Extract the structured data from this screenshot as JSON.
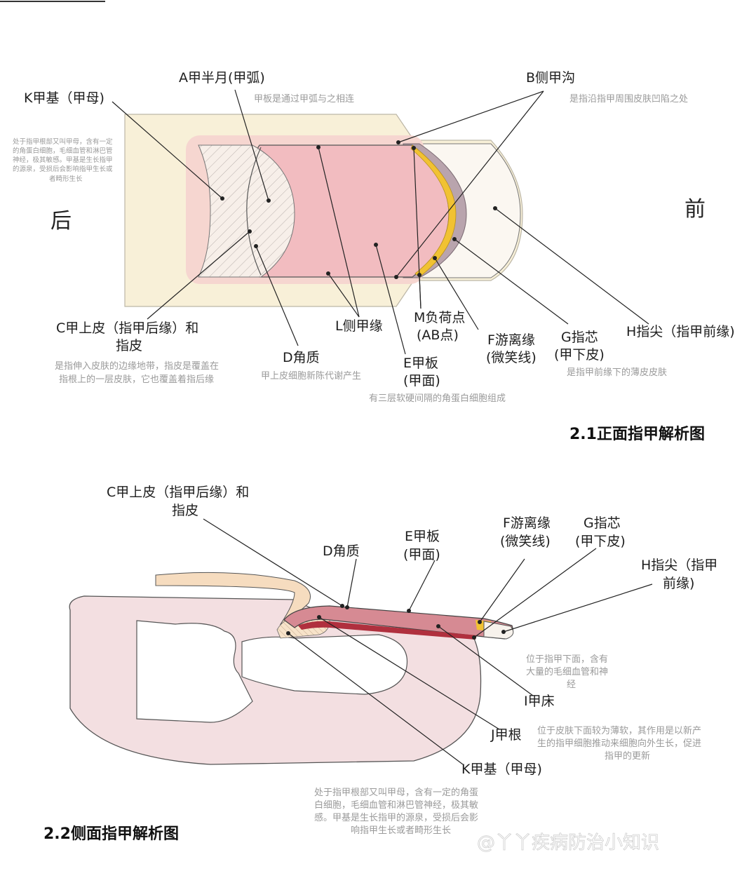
{
  "front": {
    "labels": {
      "A": "A甲半月(甲弧)",
      "B": "B侧甲沟",
      "K": "K甲基（甲母)",
      "C_line1": "C甲上皮（指甲后缘）和",
      "C_line2": "指皮",
      "L": "L侧甲缘",
      "M_line1": "M负荷点",
      "M_line2": "(AB点)",
      "D": "D角质",
      "E_line1": "E甲板",
      "E_line2": "(甲面)",
      "F_line1": "F游离缘",
      "F_line2": "(微笑线)",
      "G_line1": "G指芯",
      "G_line2": "(甲下皮)",
      "H": "H指尖（指甲前缘)"
    },
    "descriptions": {
      "A": "甲板是通过甲弧与之相连",
      "B": "是指沿指甲周围皮肤凹陷之处",
      "K": [
        "处于指甲根部又叫甲母，含有一定",
        "的角蛋白细胞，毛细血管和淋巴管",
        "神经，极其敏感。甲基是生长指甲",
        "的源泉，受损后会影响指甲生长或",
        "者畸形生长"
      ],
      "C": [
        "是指伸入皮肤的边缘地带，指皮是覆盖在",
        "指根上的一层皮肤，它也覆盖着指后缘"
      ],
      "D": "甲上皮细胞新陈代谢产生",
      "E": "有三层软硬间隔的角蛋白细胞组成",
      "G": "是指甲前缘下的薄皮皮肤"
    },
    "directions": {
      "back": "后",
      "front": "前"
    },
    "title": "2.1正面指甲解析图"
  },
  "side": {
    "labels": {
      "C_line1": "C甲上皮（指甲后缘）和",
      "C_line2": "指皮",
      "D": "D角质",
      "E_line1": "E甲板",
      "E_line2": "(甲面)",
      "F_line1": "F游离缘",
      "F_line2": "(微笑线)",
      "G_line1": "G指芯",
      "G_line2": "(甲下皮)",
      "H_line1": "H指尖（指甲",
      "H_line2": "前缘)",
      "I": "I甲床",
      "J": "J甲根",
      "K": "K甲基（甲母)"
    },
    "descriptions": {
      "I": [
        "位于指甲下面，含有",
        "大量的毛细血管和神",
        "经"
      ],
      "J": [
        "位于皮肤下面较为薄软，其作用是以新产",
        "生的指甲细胞推动来细胞向外生长，促进",
        "指甲的更新"
      ],
      "K": [
        "处于指甲根部又叫甲母，含有一定的角蛋",
        "白细胞，毛细血管和淋巴管神经，极其敏",
        "感。甲基是生长指甲的源泉，受损后会影",
        "响指甲生长或者畸形生长"
      ]
    },
    "title": "2.2侧面指甲解析图"
  },
  "watermark": "@丫丫疾病防治小知识",
  "colors": {
    "skin": "#f8f0d8",
    "nail_plate": "#f2bcc0",
    "nail_bed": "#e7a4ab",
    "lunula_hatch": "#c9c0bc",
    "free_edge": "#f1c232",
    "sidewall": "#b9a4ad",
    "side_skin": "#f3dfe1",
    "nail_bed_red": "#b0303e"
  }
}
